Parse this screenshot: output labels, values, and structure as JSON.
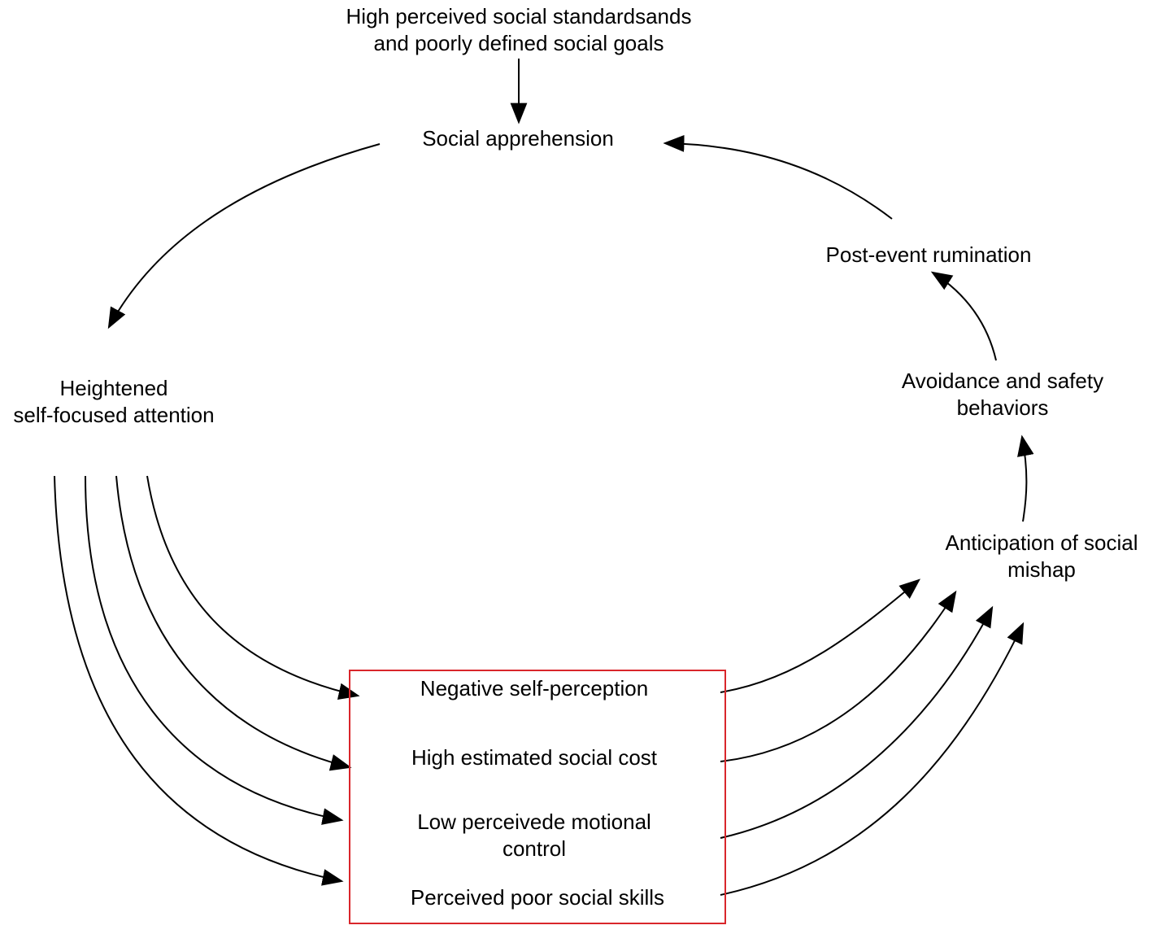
{
  "nodes": {
    "standards": [
      "High perceived social standardsands",
      "and poorly defined social goals"
    ],
    "apprehension": [
      "Social apprehension"
    ],
    "rumination": [
      "Post-event rumination"
    ],
    "avoidance": [
      "Avoidance and safety",
      "behaviors"
    ],
    "anticipation": [
      "Anticipation of social",
      "mishap"
    ],
    "attention": [
      "Heightened",
      "self-focused attention"
    ],
    "negative_self_perception": [
      "Negative self-perception"
    ],
    "social_cost": [
      "High estimated social cost"
    ],
    "emotional_control": [
      "Low perceivede motional",
      "control"
    ],
    "social_skills": [
      "Perceived poor social skills"
    ]
  },
  "colors": {
    "box_border": "#d9262b",
    "arrow": "#000000",
    "text": "#000000"
  }
}
